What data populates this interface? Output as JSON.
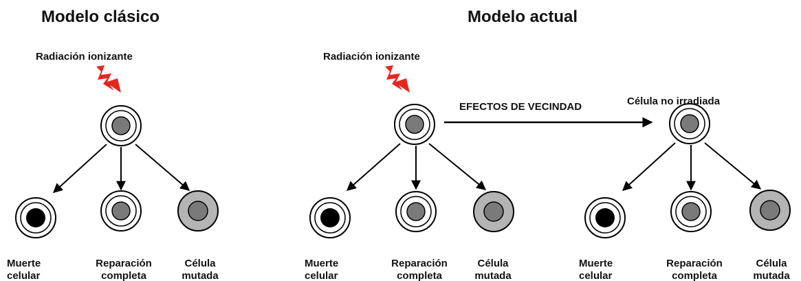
{
  "panels": {
    "left": {
      "title": "Modelo clásico"
    },
    "right": {
      "title": "Modelo actual"
    }
  },
  "radiation_label": "Radiación ionizante",
  "bystander_label": "Célula no irradiada",
  "effect_label": "EFECTOS DE VECINDAD",
  "outcomes": {
    "death": [
      "Muerte",
      "celular"
    ],
    "repair": [
      "Reparación",
      "completa"
    ],
    "mutated": [
      "Célula",
      "mutada"
    ]
  },
  "colors": {
    "bolt": "#e8251c",
    "nucleus_normal": "#7a7a7a",
    "nucleus_dead": "#000000",
    "mutated_ring": "#b4b4b4",
    "membrane": "#000000"
  },
  "icons": [
    "lightning-bolt-icon",
    "cell-icon",
    "arrow-icon"
  ]
}
